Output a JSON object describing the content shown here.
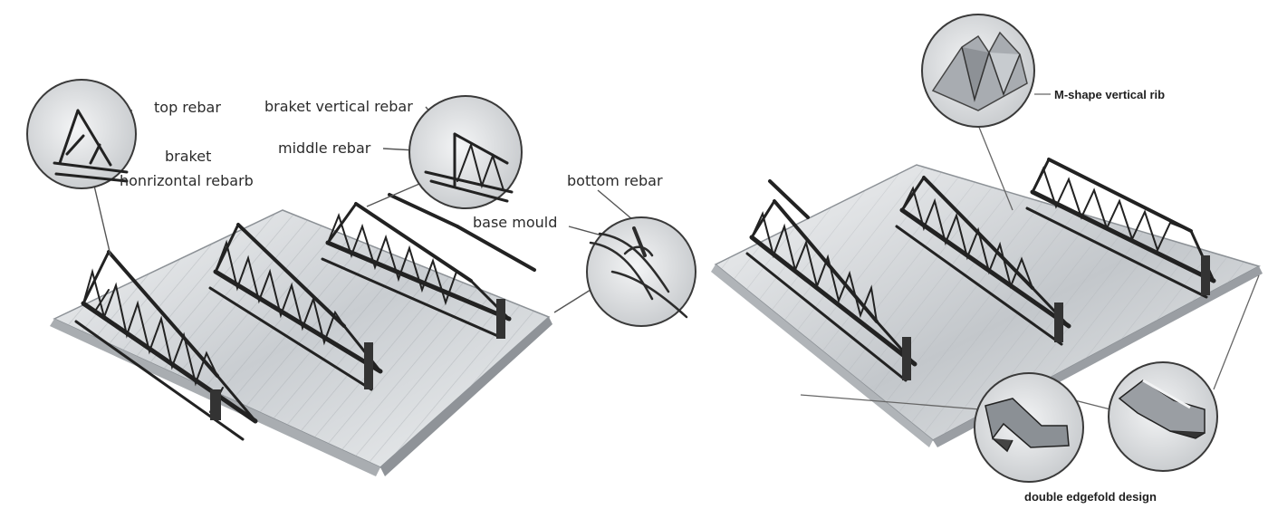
{
  "labels": {
    "top_rebar": "top rebar",
    "braket": "braket",
    "honrizontal_rebarb": "honrizontal rebarb",
    "braket_vertical_rebar": "braket vertical rebar",
    "middle_rebar": "middle rebar",
    "bottom_rebar": "bottom rebar",
    "base_mould": "base mould",
    "m_shape_vertical_rib": "M-shape vertical rib",
    "double_edgefold_design": "double edgefold design"
  },
  "colors": {
    "steel_light": "#e4e6e8",
    "steel_mid": "#b8bcc0",
    "steel_dark": "#2a2a2a",
    "leader_line": "#555555"
  }
}
